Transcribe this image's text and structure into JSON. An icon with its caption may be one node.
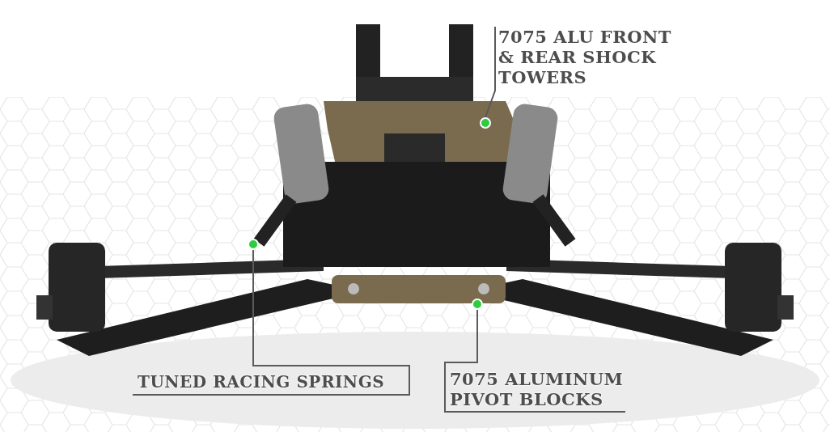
{
  "diagram": {
    "nodes": [
      {
        "text": [
          "7075 ALU FRONT & REAR SHOCK TOWERS"
        ]
      },
      {
        "text": [],
        "shape": "circle"
      },
      {
        "text": [
          "TUNED RACING SPRINGS"
        ]
      },
      {
        "text": [],
        "shape": "circle"
      },
      {
        "text": [
          "7075 ALUMINUM PIVOT BLOCKS"
        ]
      },
      {
        "text": [],
        "shape": "circle"
      }
    ],
    "edges": [
      {
        "from": 0,
        "to": 1,
        "arrow": "none"
      },
      {
        "from": 2,
        "to": 3,
        "arrow": "none"
      },
      {
        "from": 4,
        "to": 5,
        "arrow": "none"
      }
    ]
  }
}
